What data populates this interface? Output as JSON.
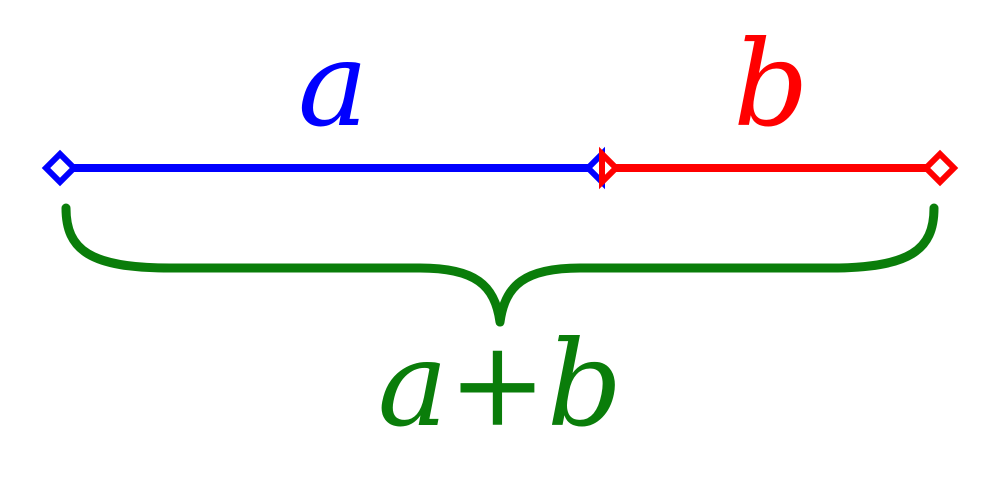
{
  "segments": {
    "a": {
      "label": "a",
      "color": "#0000ff"
    },
    "b": {
      "label": "b",
      "color": "#ff0000"
    }
  },
  "sum": {
    "label_a": "a",
    "label_plus": "+",
    "label_b": "b",
    "color": "#0a7d0a"
  },
  "colors": {
    "background": "#ffffff"
  }
}
